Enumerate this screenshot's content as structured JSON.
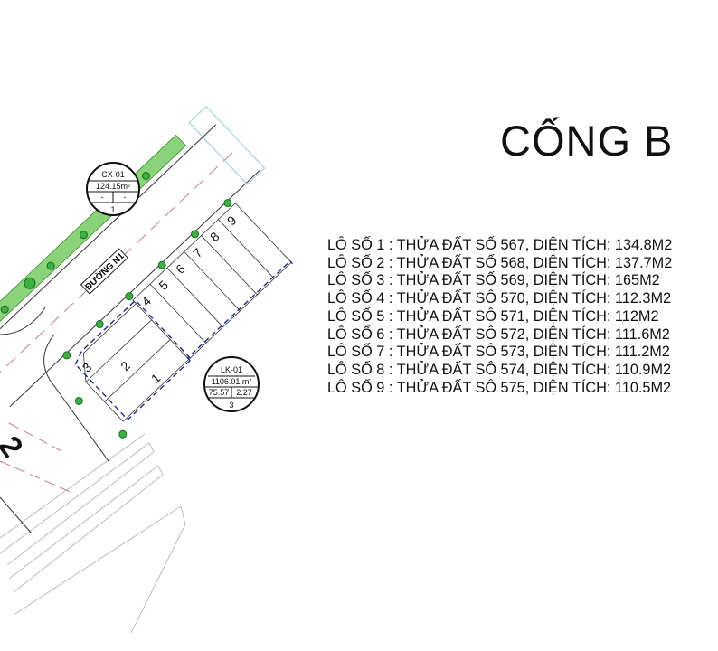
{
  "heading": "CỐNG B",
  "road_label": "ĐƯỜNG N1",
  "block_label": "2",
  "lots_list": [
    {
      "text": "LÔ SỐ 1 : THỬA ĐẤT SỐ 567, DIỆN TÍCH: 134.8M2"
    },
    {
      "text": "LÔ SỐ 2 : THỬA ĐẤT SỐ 568, DIỆN TÍCH: 137.7M2"
    },
    {
      "text": "LÔ SỐ 3 : THỬA ĐẤT SỐ 569, DIỆN TÍCH: 165M2"
    },
    {
      "text": "LÔ SỐ 4 : THỬA ĐẤT SÔ 570, DIỆN TÍCH: 112.3M2"
    },
    {
      "text": "LÔ SỐ 5 : THỬA ĐẤT SÔ 571, DIỆN TÍCH: 112M2"
    },
    {
      "text": "LÔ SỐ 6 : THỬA ĐẤT SÔ 572, DIỆN TÍCH: 111.6M2"
    },
    {
      "text": "LÔ SỐ 7 : THỬA ĐẤT SÔ 573, DIỆN TÍCH: 111.2M2"
    },
    {
      "text": "LÔ SỐ 8 : THỬA ĐẤT SÔ 574, DIỆN TÍCH: 110.9M2"
    },
    {
      "text": "LÔ SỐ 9 : THỬA ĐẤT SÔ 575, DIỆN TÍCH: 110.5M2"
    }
  ],
  "lot_numbers": [
    "1",
    "2",
    "3",
    "4",
    "5",
    "6",
    "7",
    "8",
    "9"
  ],
  "cx_badge": {
    "code": "CX-01",
    "area": "124.15m²",
    "left": "-",
    "right": "-",
    "floors": "1"
  },
  "lk_badge": {
    "code": "LK-01",
    "area": "1106.01 m²",
    "left": "75.57",
    "right": "2.27",
    "floors": "3"
  },
  "colors": {
    "green": "#3cb043",
    "lot_boundary": "#1f2a80",
    "road_centerline": "#c08080",
    "line": "#333333"
  }
}
